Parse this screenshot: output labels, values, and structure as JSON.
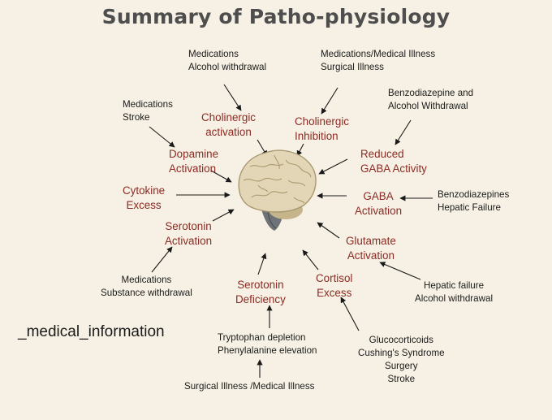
{
  "title": "Summary of Patho-physiology",
  "watermark": "_medical_information",
  "colors": {
    "background": "#f6f1e4",
    "title": "#4e4e4e",
    "mechanism_text": "#8c2a24",
    "cause_text": "#1b1b1b",
    "arrow": "#1a1a1a"
  },
  "center_image": "brain-icon",
  "mechanisms": [
    {
      "id": "cholinergic-activation",
      "lines": [
        "Cholinergic",
        "activation"
      ]
    },
    {
      "id": "cholinergic-inhibition",
      "lines": [
        "Cholinergic",
        "Inhibition"
      ]
    },
    {
      "id": "dopamine-activation",
      "lines": [
        "Dopamine",
        "Activation"
      ]
    },
    {
      "id": "reduced-gaba-activity",
      "lines": [
        "Reduced",
        "GABA Activity"
      ]
    },
    {
      "id": "cytokine-excess",
      "lines": [
        "Cytokine",
        "Excess"
      ]
    },
    {
      "id": "gaba-activation",
      "lines": [
        "GABA",
        "Activation"
      ]
    },
    {
      "id": "serotonin-activation",
      "lines": [
        "Serotonin",
        "Activation"
      ]
    },
    {
      "id": "glutamate-activation",
      "lines": [
        "Glutamate",
        "Activation"
      ]
    },
    {
      "id": "serotonin-deficiency",
      "lines": [
        "Serotonin",
        "Deficiency"
      ]
    },
    {
      "id": "cortisol-excess",
      "lines": [
        "Cortisol",
        "Excess"
      ]
    }
  ],
  "causes": [
    {
      "id": "cause-cholinergic-activation",
      "lines": [
        "Medications",
        "Alcohol withdrawal"
      ]
    },
    {
      "id": "cause-cholinergic-inhibition",
      "lines": [
        "Medications/Medical Illness",
        "Surgical Illness"
      ]
    },
    {
      "id": "cause-reduced-gaba",
      "lines": [
        "Benzodiazepine and",
        "Alcohol Withdrawal"
      ]
    },
    {
      "id": "cause-dopamine",
      "lines": [
        "Medications",
        "Stroke"
      ]
    },
    {
      "id": "cause-gaba-activation",
      "lines": [
        "Benzodiazepines",
        "Hepatic Failure"
      ]
    },
    {
      "id": "cause-serotonin-activation",
      "lines": [
        "Medications",
        "Substance withdrawal"
      ]
    },
    {
      "id": "cause-glutamate",
      "lines": [
        "Hepatic failure",
        "Alcohol withdrawal"
      ]
    },
    {
      "id": "cause-serotonin-deficiency",
      "lines": [
        "Tryptophan depletion",
        "Phenylalanine elevation"
      ]
    },
    {
      "id": "cause-cortisol",
      "lines": [
        "Glucocorticoids",
        "Cushing's Syndrome",
        "Surgery",
        "Stroke"
      ]
    },
    {
      "id": "cause-tryptophan",
      "lines": [
        "Surgical Illness /Medical Illness"
      ]
    }
  ]
}
